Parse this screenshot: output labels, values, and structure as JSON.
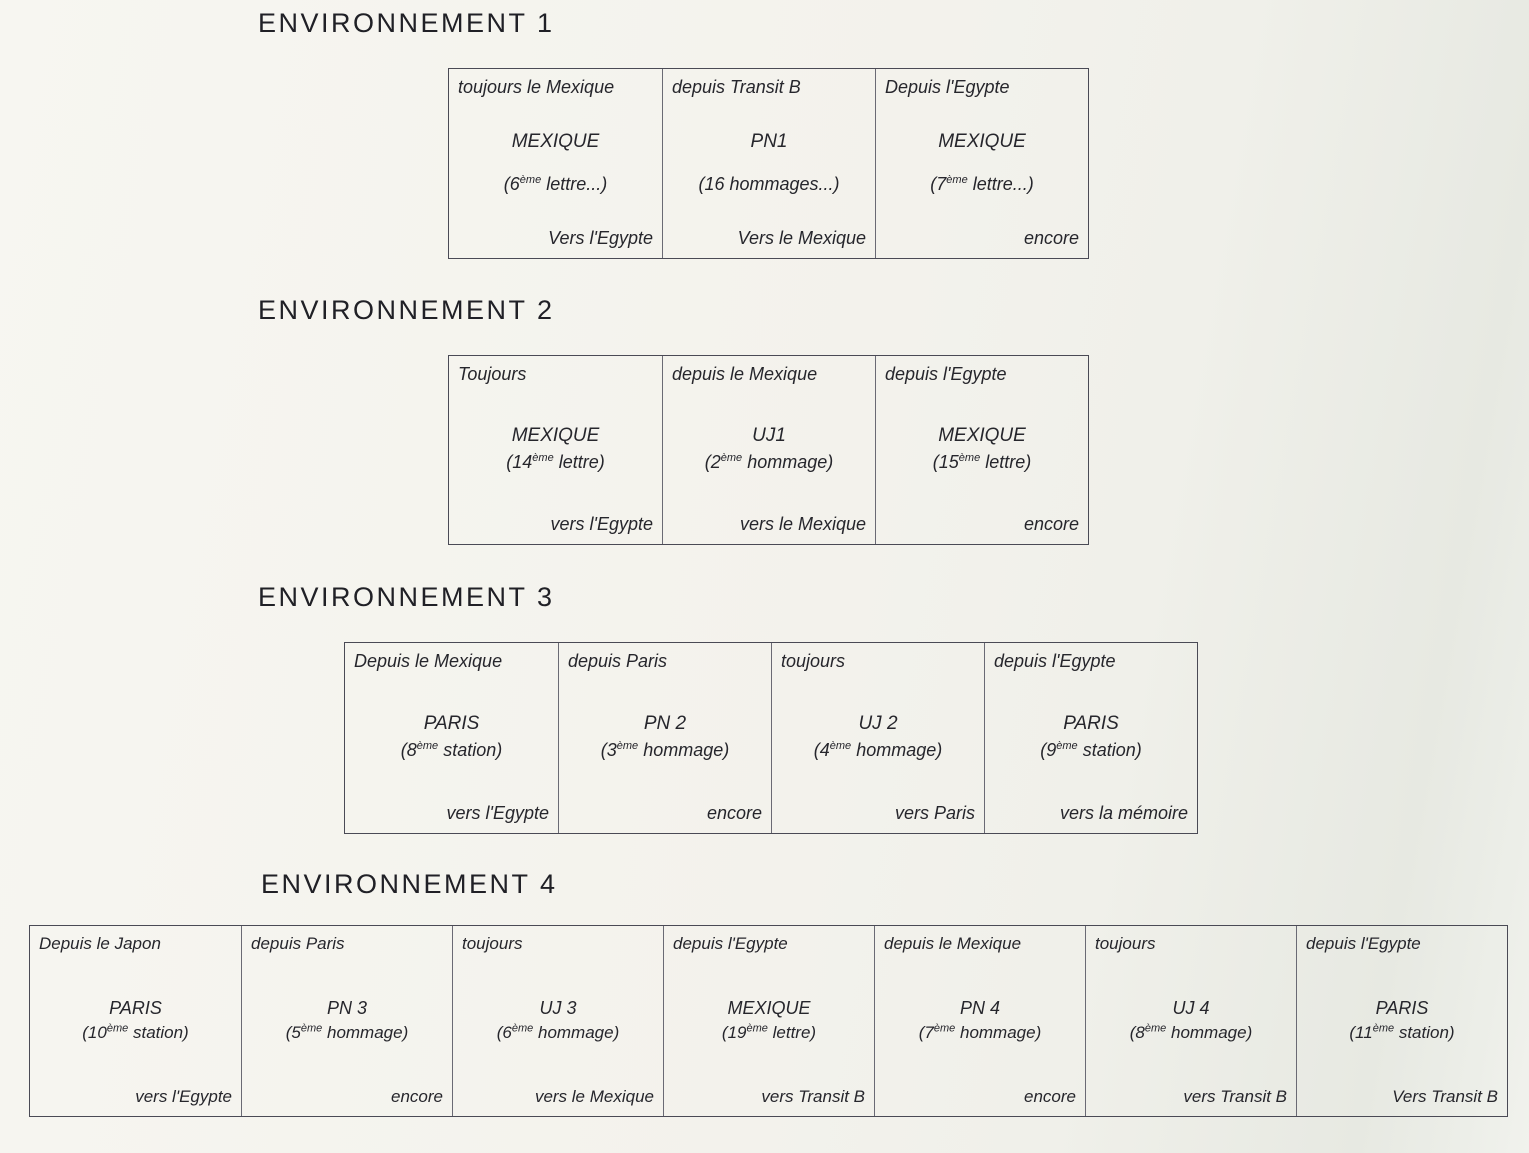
{
  "colors": {
    "paper": "#f2f2ec",
    "text": "#26262c",
    "border": "#4a4a55"
  },
  "sections": [
    {
      "title": "ENVIRONNEMENT 1",
      "cells": [
        {
          "top": "toujours le Mexique",
          "name": "MEXIQUE",
          "paren_pre": "(6",
          "paren_sup": "ème",
          "paren_post": " lettre...)",
          "bottom": "Vers l'Egypte"
        },
        {
          "top": "depuis Transit B",
          "name": "PN1",
          "paren_pre": "(16 hommages...)",
          "paren_sup": "",
          "paren_post": "",
          "bottom": "Vers le Mexique"
        },
        {
          "top": "Depuis l'Egypte",
          "name": "MEXIQUE",
          "paren_pre": "(7",
          "paren_sup": "ème",
          "paren_post": " lettre...)",
          "bottom": "encore"
        }
      ]
    },
    {
      "title": "ENVIRONNEMENT 2",
      "cells": [
        {
          "top": "Toujours",
          "name": "MEXIQUE",
          "paren_pre": "(14",
          "paren_sup": "ème",
          "paren_post": " lettre)",
          "bottom": "vers l'Egypte"
        },
        {
          "top": "depuis le Mexique",
          "name": "UJ1",
          "paren_pre": "(2",
          "paren_sup": "ème",
          "paren_post": " hommage)",
          "bottom": "vers le Mexique"
        },
        {
          "top": "depuis l'Egypte",
          "name": "MEXIQUE",
          "paren_pre": "(15",
          "paren_sup": "ème",
          "paren_post": " lettre)",
          "bottom": "encore"
        }
      ]
    },
    {
      "title": "ENVIRONNEMENT 3",
      "cells": [
        {
          "top": "Depuis le Mexique",
          "name": "PARIS",
          "paren_pre": "(8",
          "paren_sup": "ème",
          "paren_post": " station)",
          "bottom": "vers l'Egypte"
        },
        {
          "top": "depuis Paris",
          "name": "PN 2",
          "paren_pre": "(3",
          "paren_sup": "ème",
          "paren_post": " hommage)",
          "bottom": "encore"
        },
        {
          "top": "toujours",
          "name": "UJ 2",
          "paren_pre": "(4",
          "paren_sup": "ème",
          "paren_post": " hommage)",
          "bottom": "vers Paris"
        },
        {
          "top": "depuis l'Egypte",
          "name": "PARIS",
          "paren_pre": "(9",
          "paren_sup": "ème",
          "paren_post": " station)",
          "bottom": "vers la mémoire"
        }
      ]
    },
    {
      "title": "ENVIRONNEMENT 4",
      "cells": [
        {
          "top": "Depuis le Japon",
          "name": "PARIS",
          "paren_pre": "(10",
          "paren_sup": "ème",
          "paren_post": " station)",
          "bottom": "vers l'Egypte"
        },
        {
          "top": "depuis Paris",
          "name": "PN 3",
          "paren_pre": "(5",
          "paren_sup": "ème",
          "paren_post": " hommage)",
          "bottom": "encore"
        },
        {
          "top": "toujours",
          "name": "UJ 3",
          "paren_pre": "(6",
          "paren_sup": "ème",
          "paren_post": " hommage)",
          "bottom": "vers le Mexique"
        },
        {
          "top": "depuis l'Egypte",
          "name": "MEXIQUE",
          "paren_pre": "(19",
          "paren_sup": "ème",
          "paren_post": " lettre)",
          "bottom": "vers Transit B"
        },
        {
          "top": "depuis le Mexique",
          "name": "PN 4",
          "paren_pre": "(7",
          "paren_sup": "ème",
          "paren_post": " hommage)",
          "bottom": "encore"
        },
        {
          "top": "toujours",
          "name": "UJ 4",
          "paren_pre": "(8",
          "paren_sup": "ème",
          "paren_post": " hommage)",
          "bottom": "vers Transit B"
        },
        {
          "top": "depuis l'Egypte",
          "name": "PARIS",
          "paren_pre": "(11",
          "paren_sup": "ème",
          "paren_post": " station)",
          "bottom": "Vers Transit B"
        }
      ]
    }
  ]
}
